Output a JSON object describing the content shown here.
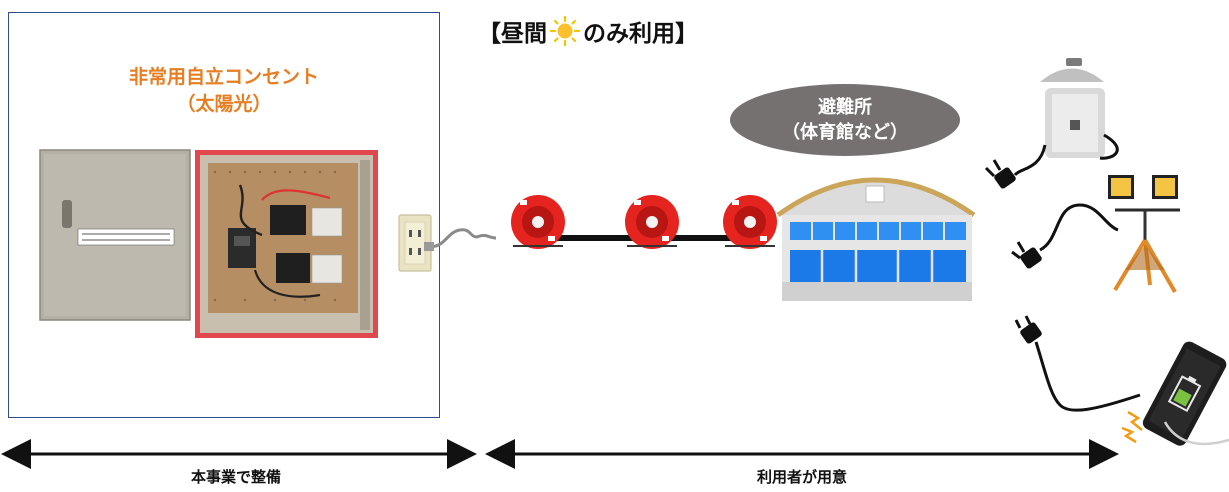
{
  "header": {
    "title_left": "【昼間",
    "title_right": "のみ利用】"
  },
  "panel": {
    "title_line1": "非常用自立コンセント",
    "title_line2": "（太陽光）"
  },
  "shelter": {
    "line1": "避難所",
    "line2": "（体育館など）"
  },
  "scope": {
    "left_label": "本事業で整備",
    "right_label": "利用者が用意"
  },
  "colors": {
    "panel_border": "#2f4f86",
    "title_orange": "#e67e22",
    "highlight_red": "#e0484d",
    "reel_red": "#e52420",
    "badge_gray": "#767171"
  },
  "icons": [
    "sun-icon",
    "cabinet-door",
    "cabinet-interior",
    "wall-outlet",
    "cable-reel",
    "gymnasium",
    "electric-pot",
    "work-light",
    "smartphone",
    "plug-icon"
  ]
}
